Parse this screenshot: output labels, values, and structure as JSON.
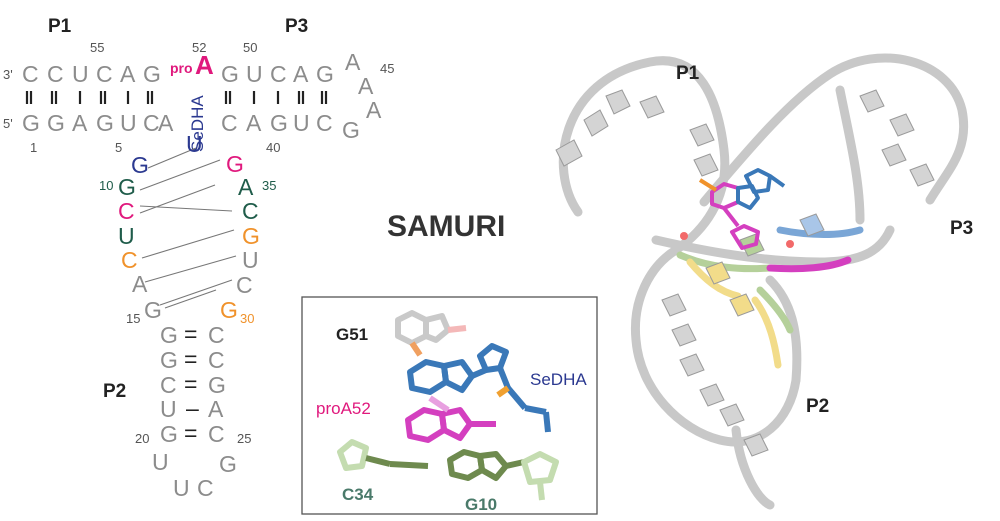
{
  "labels": {
    "p1": "P1",
    "p2": "P2",
    "p3": "P3",
    "p1_3d": "P1",
    "p2_3d": "P2",
    "p3_3d": "P3",
    "title": "SAMURI",
    "sedha_vertical": "SeDHA",
    "pro_prefix": "pro",
    "pro_base": "A",
    "end3": "3'",
    "end5": "5'"
  },
  "numbers": {
    "n55": "55",
    "n52": "52",
    "n50": "50",
    "n45": "45",
    "n1": "1",
    "n5": "5",
    "n40": "40",
    "n10": "10",
    "n35": "35",
    "n15": "15",
    "n30": "30",
    "n20": "20",
    "n25": "25"
  },
  "sequence": {
    "p1_top": [
      "C",
      "C",
      "U",
      "C",
      "A",
      "G"
    ],
    "p1_bottom": [
      "G",
      "G",
      "A",
      "G",
      "U",
      "C",
      "A"
    ],
    "p3_top": [
      "G",
      "U",
      "C",
      "A",
      "G"
    ],
    "p3_bottom": [
      "C",
      "A",
      "G",
      "U",
      "C"
    ],
    "loop3": [
      "A",
      "A",
      "A",
      "G"
    ],
    "left_strand": [
      "U",
      "G",
      "G",
      "C",
      "U",
      "C",
      "A",
      "G"
    ],
    "right_strand": [
      "G",
      "A",
      "C",
      "G",
      "U",
      "C",
      "G"
    ],
    "p2_left": [
      "G",
      "G",
      "C",
      "U",
      "G"
    ],
    "p2_right": [
      "C",
      "C",
      "G",
      "A",
      "C"
    ],
    "p2_bonds": [
      "=",
      "=",
      "=",
      "–",
      "="
    ],
    "loop2": [
      "U",
      "G",
      "U",
      "C"
    ]
  },
  "inset": {
    "g51": "G51",
    "sedha": "SeDHA",
    "proA52": "proA52",
    "c34": "C34",
    "g10": "G10"
  },
  "colors": {
    "gray": "#8c8c8c",
    "black": "#222222",
    "magenta": "#e0197d",
    "navy": "#2b3990",
    "green": "#1f5c4a",
    "orange": "#f0922b",
    "tube": "#c8c8c8",
    "blue_stick": "#3a78b8",
    "pink_stick": "#d43fbf",
    "yellow": "#f2dc8a",
    "lightgreen": "#b5d09a"
  }
}
